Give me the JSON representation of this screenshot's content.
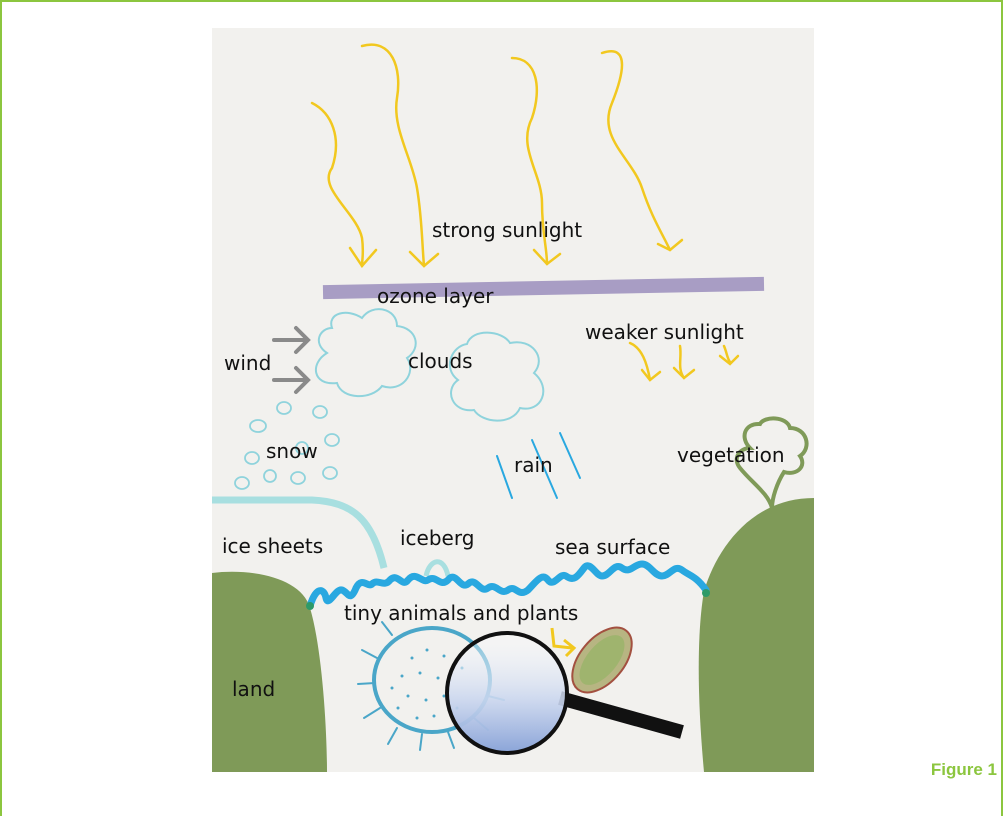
{
  "figure_label": "Figure 1",
  "labels": {
    "strong_sunlight": "strong sunlight",
    "ozone_layer": "ozone layer",
    "weaker_sunlight": "weaker sunlight",
    "wind": "wind",
    "clouds": "clouds",
    "snow": "snow",
    "rain": "rain",
    "vegetation": "vegetation",
    "ice_sheets": "ice sheets",
    "iceberg": "iceberg",
    "sea_surface": "sea surface",
    "tiny_animals_plants": "tiny animals and plants",
    "land": "land"
  },
  "colors": {
    "frame": "#8cc63f",
    "sunlight": "#f2c81f",
    "ozone": "#9c8fbd",
    "cloud": "#8fd3dc",
    "ice": "#a8dfe0",
    "sea": "#29a8e0",
    "land": "#7f9a58",
    "background": "#f2f1ee"
  }
}
